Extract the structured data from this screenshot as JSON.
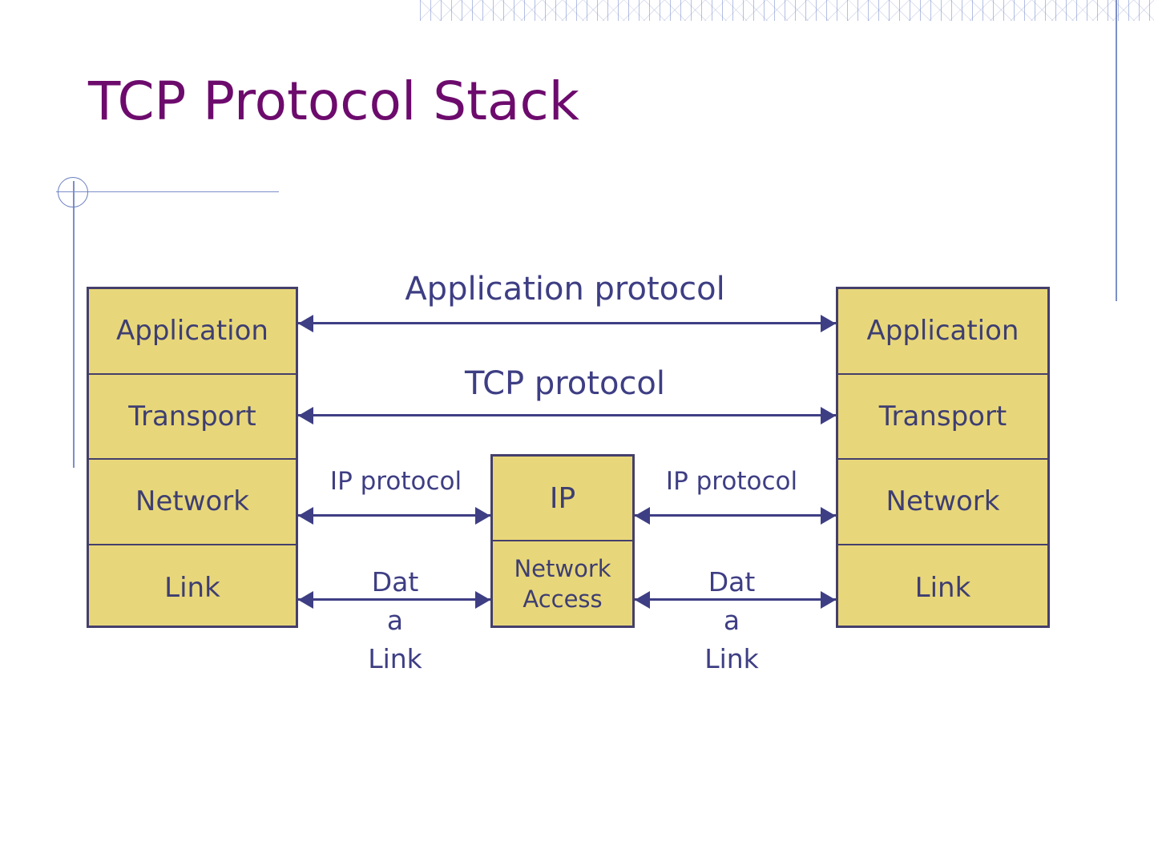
{
  "slide": {
    "title": "TCP Protocol Stack",
    "title_color": "#6d0b6d",
    "background": "#ffffff"
  },
  "theme": {
    "box_fill": "#e8d77a",
    "box_border": "#443f6b",
    "box_text": "#3e3e72",
    "arrow_color": "#3e3e84",
    "label_color": "#3e3e84",
    "decoration_color": "#7d8fc8"
  },
  "diagram": {
    "type": "protocol-stack",
    "left_host": {
      "name": "left-protocol-stack",
      "layers": [
        {
          "label": "Application"
        },
        {
          "label": "Transport"
        },
        {
          "label": "Network"
        },
        {
          "label": "Link"
        }
      ]
    },
    "right_host": {
      "name": "right-protocol-stack",
      "layers": [
        {
          "label": "Application"
        },
        {
          "label": "Transport"
        },
        {
          "label": "Network"
        },
        {
          "label": "Link"
        }
      ]
    },
    "router": {
      "name": "intermediate-router",
      "cells": [
        {
          "label": "IP"
        },
        {
          "label": "Network Access"
        }
      ]
    },
    "connections": [
      {
        "name": "application-protocol-link",
        "label": "Application protocol",
        "from": "left.Application",
        "to": "right.Application",
        "bidirectional": true
      },
      {
        "name": "tcp-protocol-link",
        "label": "TCP protocol",
        "from": "left.Transport",
        "to": "right.Transport",
        "bidirectional": true
      },
      {
        "name": "ip-protocol-link-left",
        "label": "IP protocol",
        "from": "left.Network",
        "to": "router.IP",
        "bidirectional": true
      },
      {
        "name": "ip-protocol-link-right",
        "label": "IP protocol",
        "from": "router.IP",
        "to": "right.Network",
        "bidirectional": true
      },
      {
        "name": "data-link-left",
        "label": "Data Link",
        "label_wrapped": "Dat\na\nLink",
        "from": "left.Link",
        "to": "router.NetworkAccess",
        "bidirectional": true
      },
      {
        "name": "data-link-right",
        "label": "Data Link",
        "label_wrapped": "Dat\na\nLink",
        "from": "router.NetworkAccess",
        "to": "right.Link",
        "bidirectional": true
      }
    ]
  }
}
